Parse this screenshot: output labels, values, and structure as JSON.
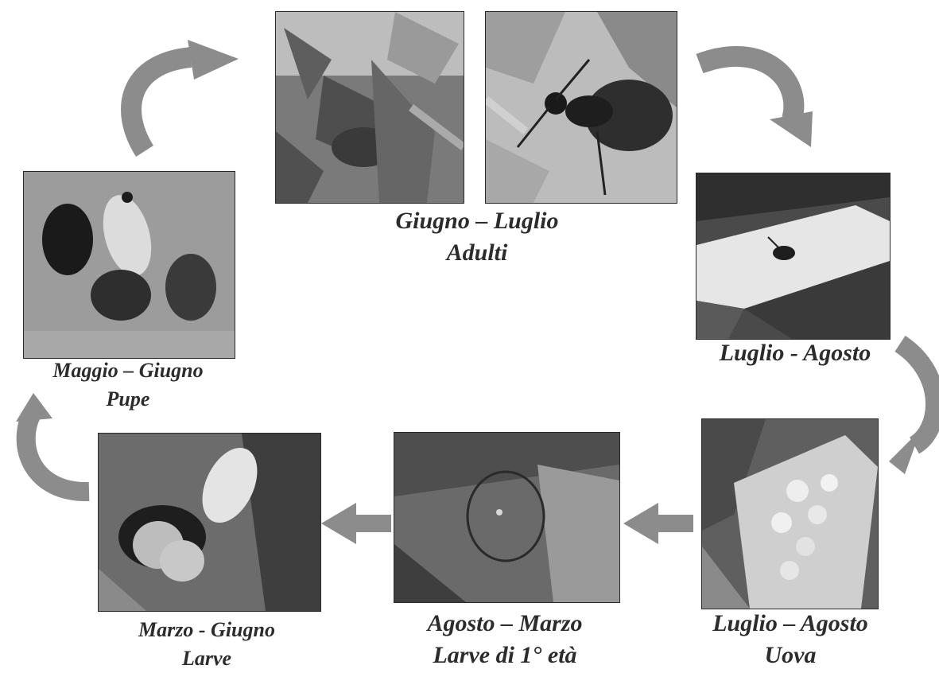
{
  "stages": [
    {
      "id": "adulti",
      "line1": "Giugno – Luglio",
      "line2": "Adulti"
    },
    {
      "id": "ovideposizione",
      "line1": "Luglio - Agosto",
      "line2": ""
    },
    {
      "id": "uova",
      "line1": "Luglio – Agosto",
      "line2": "Uova"
    },
    {
      "id": "larve-prima-eta",
      "line1": "Agosto – Marzo",
      "line2": "Larve di 1° età"
    },
    {
      "id": "larve",
      "line1": "Marzo - Giugno",
      "line2": "Larve"
    },
    {
      "id": "pupe",
      "line1": "Maggio – Giugno",
      "line2": "Pupe"
    }
  ],
  "colors": {
    "arrow": "#8c8c8c",
    "arrow_dark": "#6f6f6f",
    "caption": "#2c2c2c"
  }
}
